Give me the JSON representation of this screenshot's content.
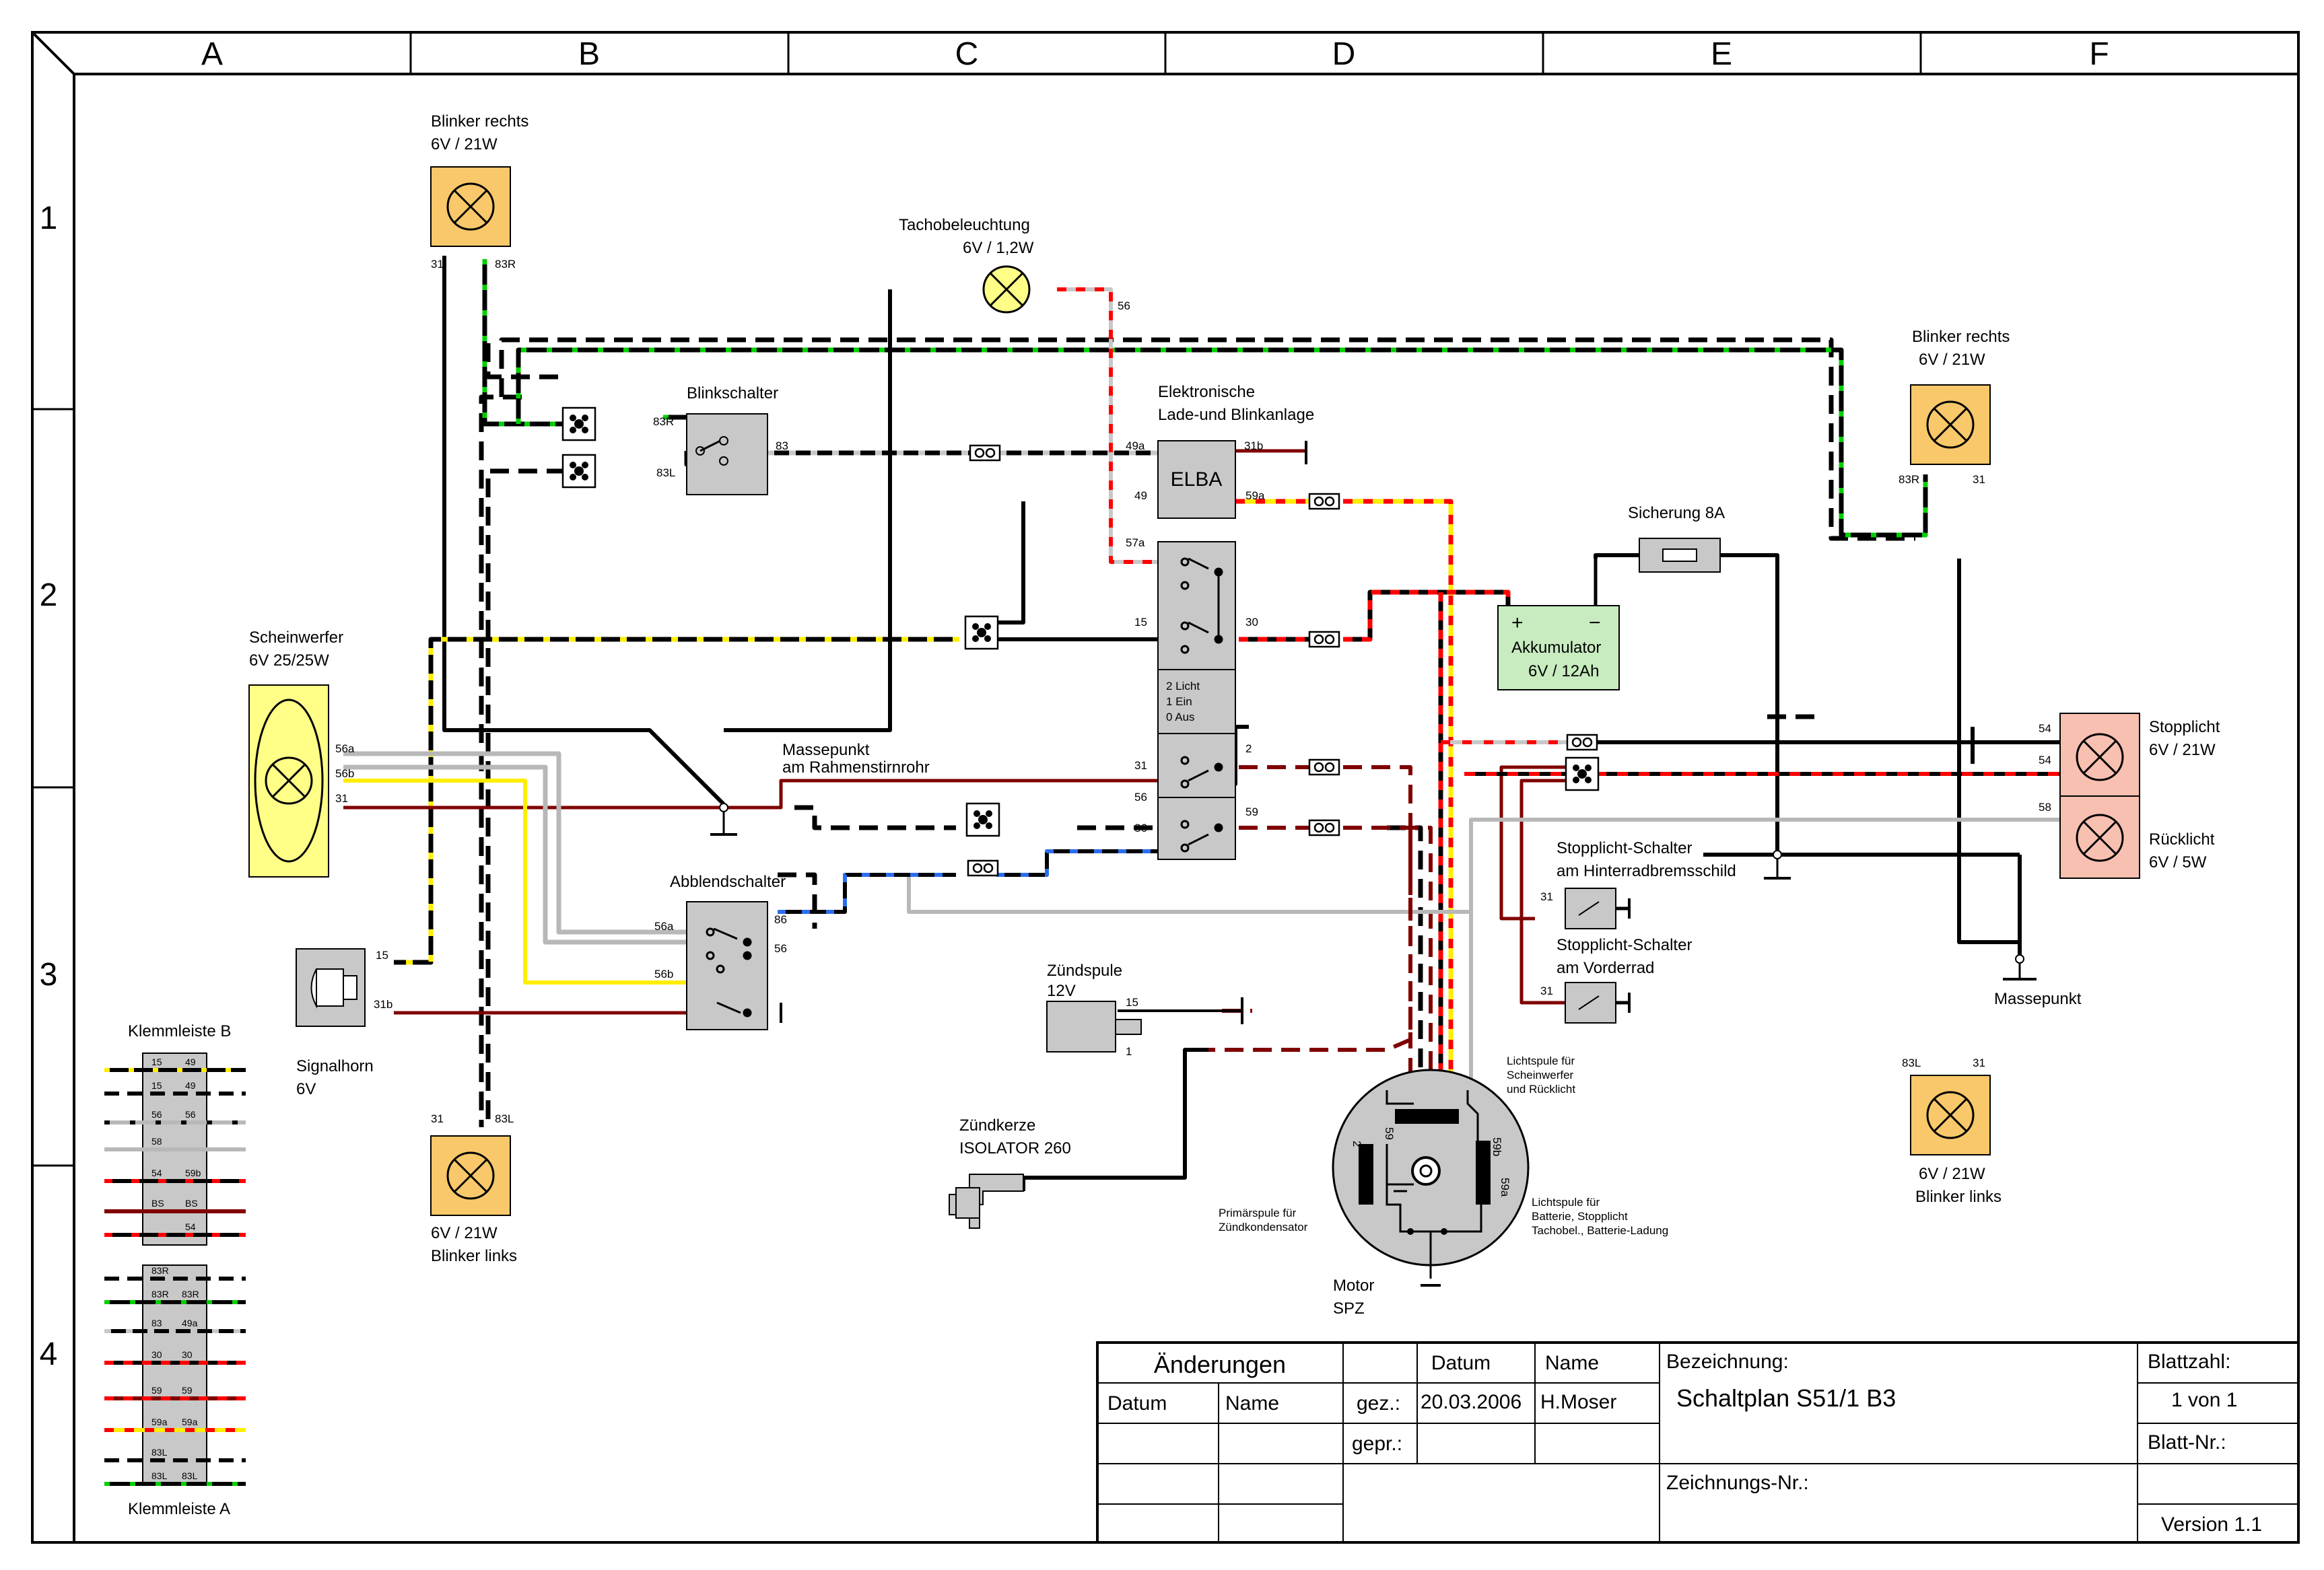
{
  "grid": {
    "columns": [
      "A",
      "B",
      "C",
      "D",
      "E",
      "F"
    ],
    "rows": [
      "1",
      "2",
      "3",
      "4"
    ]
  },
  "components": {
    "blinker_rechts_1": {
      "name": "Blinker rechts",
      "rating": "6V / 21W",
      "pin_left": "31",
      "pin_right": "83R"
    },
    "blinker_rechts_2": {
      "name": "Blinker rechts",
      "rating": "6V / 21W",
      "pin_left": "83R",
      "pin_right": "31"
    },
    "blinker_links_1": {
      "name": "Blinker links",
      "rating": "6V / 21W",
      "pin_left": "31",
      "pin_right": "83L"
    },
    "blinker_links_2": {
      "name": "Blinker links",
      "rating": "6V / 21W",
      "pin_left": "83L",
      "pin_right": "31"
    },
    "tacho": {
      "name": "Tachobeleuchtung",
      "rating": "6V / 1,2W",
      "pin": "56"
    },
    "blinkschalter": {
      "name": "Blinkschalter",
      "pin_83r": "83R",
      "pin_83l": "83L",
      "pin_83": "83"
    },
    "elba": {
      "name_line1": "Elektronische",
      "name_line2": "Lade-und Blinkanlage",
      "label": "ELBA",
      "pin_49a": "49a",
      "pin_49": "49",
      "pin_31b": "31b",
      "pin_59a": "59a"
    },
    "zuendschloss": {
      "line1": "2 Licht",
      "line2": "1 Ein",
      "line3": "0 Aus",
      "pin_57a": "57a",
      "pin_15": "15",
      "pin_30": "30",
      "pin_31": "31",
      "pin_2": "2",
      "pin_56": "56",
      "pin_86": "86",
      "pin_59": "59"
    },
    "sicherung": {
      "name": "Sicherung 8A"
    },
    "akku": {
      "plus": "+",
      "minus": "−",
      "name": "Akkumulator",
      "rating": "6V / 12Ah"
    },
    "scheinwerfer": {
      "name": "Scheinwerfer",
      "rating": "6V 25/25W",
      "pin_56a": "56a",
      "pin_56b": "56b",
      "pin_31": "31"
    },
    "massepunkt_rahmen": {
      "line1": "Massepunkt",
      "line2": "am Rahmenstirnrohr"
    },
    "stopplicht": {
      "name": "Stopplicht",
      "rating": "6V / 21W",
      "pin_a": "54",
      "pin_b": "54"
    },
    "ruecklicht": {
      "name": "Rücklicht",
      "rating": "6V / 5W",
      "pin": "58"
    },
    "stopp_hinten": {
      "line1": "Stopplicht-Schalter",
      "line2": "am Hinterradbremsschild",
      "pin": "31"
    },
    "stopp_vorne": {
      "line1": "Stopplicht-Schalter",
      "line2": "am Vorderrad",
      "pin": "31"
    },
    "massepunkt": {
      "name": "Massepunkt"
    },
    "abblendschalter": {
      "name": "Abblendschalter",
      "pin_56a": "56a",
      "pin_56b": "56b",
      "pin_86": "86",
      "pin_56": "56"
    },
    "signalhorn": {
      "name": "Signalhorn",
      "rating": "6V",
      "pin_15": "15",
      "pin_31b": "31b"
    },
    "zuendspule": {
      "name": "Zündspule",
      "rating": "12V",
      "pin_15": "15",
      "pin_1": "1"
    },
    "zuendkerze": {
      "name": "Zündkerze",
      "type": "ISOLATOR 260"
    },
    "motor": {
      "line1": "Motor",
      "line2": "SPZ",
      "pin_2": "2",
      "pin_59": "59",
      "pin_59b": "59b",
      "pin_59a": "59a"
    },
    "lichtspule_sw": {
      "line1": "Lichtspule für",
      "line2": "Scheinwerfer",
      "line3": "und Rücklicht"
    },
    "lichtspule_batt": {
      "line1": "Lichtspule für",
      "line2": "Batterie, Stopplicht",
      "line3": "Tachobel., Batterie-Ladung"
    },
    "primaerspule": {
      "line1": "Primärspule für",
      "line2": "Zündkondensator"
    }
  },
  "klemmleiste_b": {
    "name": "Klemmleiste B",
    "rows": [
      [
        "15",
        "49"
      ],
      [
        "15",
        "49"
      ],
      [
        "56",
        "56"
      ],
      [
        "58",
        ""
      ],
      [
        "54",
        "59b"
      ],
      [
        "BS",
        "BS"
      ],
      [
        "",
        "54"
      ]
    ]
  },
  "klemmleiste_a": {
    "name": "Klemmleiste A",
    "rows": [
      [
        "83R",
        ""
      ],
      [
        "83R",
        "83R"
      ],
      [
        "83",
        "49a"
      ],
      [
        "30",
        "30"
      ],
      [
        "59",
        "59"
      ],
      [
        "59a",
        "59a"
      ],
      [
        "83L",
        ""
      ],
      [
        "83L",
        "83L"
      ]
    ]
  },
  "title_block": {
    "aenderungen": "Änderungen",
    "datum_hdr": "Datum",
    "name_hdr": "Name",
    "datum": "Datum",
    "name": "Name",
    "gez": "gez.:",
    "gepr": "gepr.:",
    "date_value": "20.03.2006",
    "author": "H.Moser",
    "bezeichnung": "Bezeichnung:",
    "title": "Schaltplan S51/1 B3",
    "zeichnungs_nr": "Zeichnungs-Nr.:",
    "blattzahl": "Blattzahl:",
    "blattzahl_value": "1 von 1",
    "blatt_nr": "Blatt-Nr.:",
    "version": "Version 1.1"
  },
  "colors": {
    "orange_lamp": "#f8c86a",
    "yellow_lamp": "#ffff88",
    "green_box": "#c8ecc0",
    "pink_box": "#f8c0b0",
    "gray_box": "#c8c8c8",
    "wire_red": "#ff0000",
    "wire_green": "#00d000",
    "wire_yellow": "#ffee00",
    "wire_brown": "#800000",
    "wire_gray": "#b8b8b8",
    "wire_blue": "#2a6ef0"
  }
}
